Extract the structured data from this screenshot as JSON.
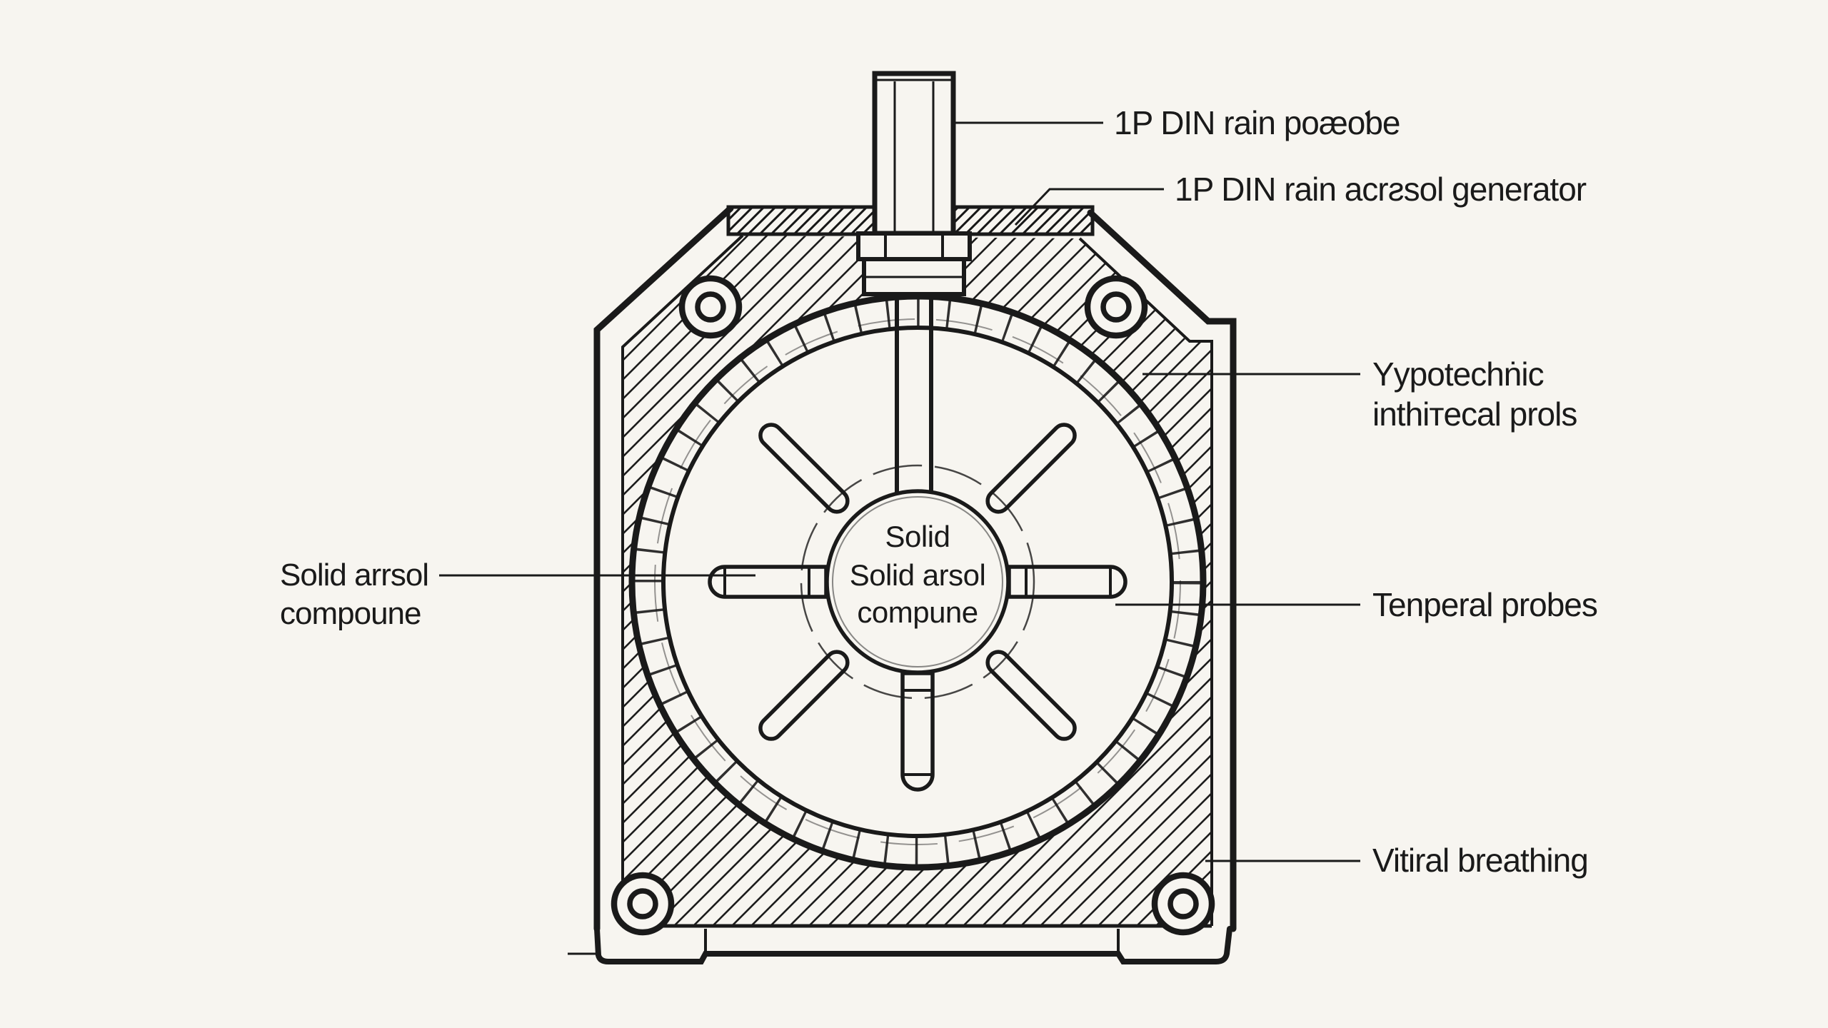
{
  "figure": {
    "type": "technical-cross-section-sketch",
    "colors": {
      "ink": "#1a1a1a",
      "paper": "#f7f5f0"
    },
    "labels": {
      "port": "1P DIN rain poæoƅe",
      "generator": "1P DIN rain acrƨsol generator",
      "pyro_line1": "Yypotechṅic",
      "pyro_line2": "inthiтecal prols",
      "compound_line1": "Solid arrsol",
      "compound_line2": "compoune",
      "temporal": "Tenperal probes",
      "breathing": "Vitiral breathing",
      "hub_line1": "Solid",
      "hub_line2": "Solid arsol",
      "hub_line3": "compune"
    }
  }
}
